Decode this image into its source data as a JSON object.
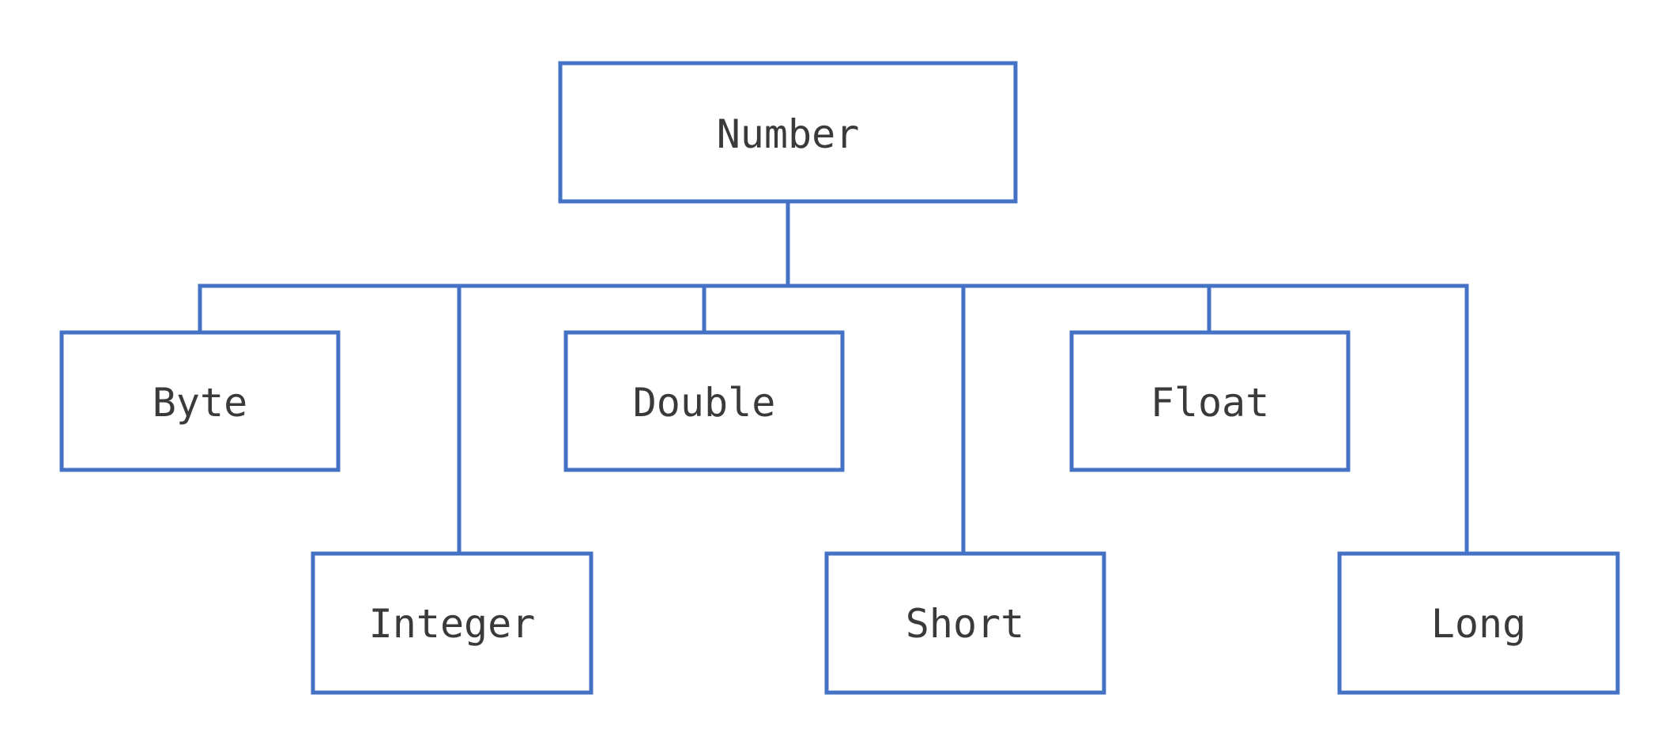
{
  "diagram": {
    "root": {
      "label": "Number"
    },
    "children": [
      {
        "label": "Byte"
      },
      {
        "label": "Integer"
      },
      {
        "label": "Double"
      },
      {
        "label": "Short"
      },
      {
        "label": "Float"
      },
      {
        "label": "Long"
      }
    ],
    "colors": {
      "stroke": "#4472c4",
      "text": "#3a3a3a",
      "background": "#ffffff"
    }
  }
}
